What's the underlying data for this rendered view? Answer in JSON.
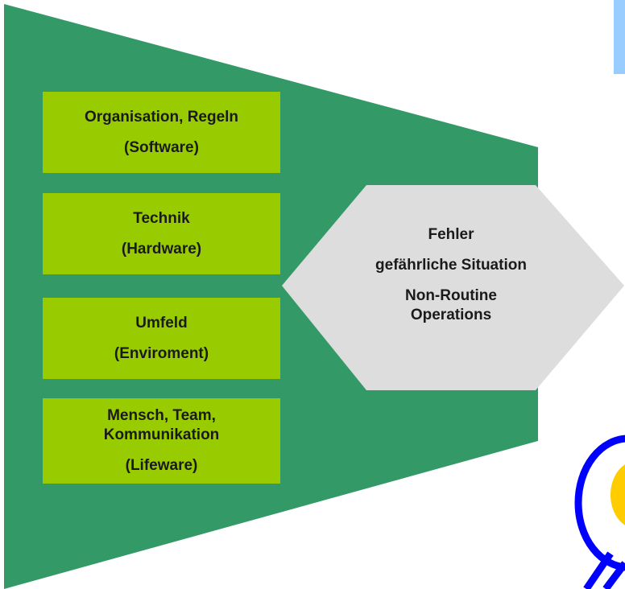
{
  "diagram": {
    "factors": [
      {
        "line1": "Organisation, Regeln",
        "line2": "",
        "line3": "(Software)"
      },
      {
        "line1": "Technik",
        "line2": "",
        "line3": "(Hardware)"
      },
      {
        "line1": "Umfeld",
        "line2": "",
        "line3": "(Enviroment)"
      },
      {
        "line1": "Mensch, Team,",
        "line2": "Kommunikation",
        "line3": "(Lifeware)"
      }
    ],
    "outcome": {
      "line1": "Fehler",
      "line2": "gefährliche Situation",
      "line3": "Non-Routine",
      "line4": "Operations"
    }
  },
  "colors": {
    "funnel": "#339966",
    "factor_box": "#99cc00",
    "hexagon": "#dddddd",
    "corner_tab": "#99ccff",
    "loupe_ring": "#0000ff",
    "loupe_fill": "#ffcc00"
  }
}
